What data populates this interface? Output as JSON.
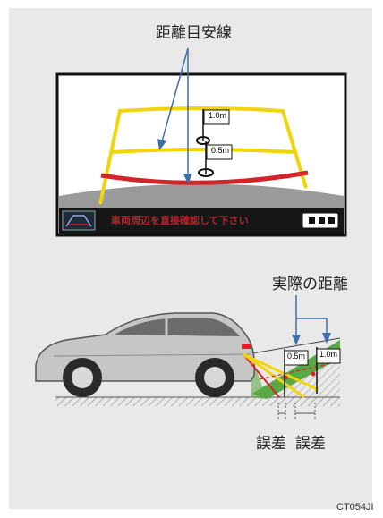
{
  "top_label": "距離目安線",
  "camera": {
    "mark_1m": "1.0m",
    "mark_05m": "0.5m",
    "warning": "車両周辺を直接確認して下さい",
    "warning_color": "#b0282c"
  },
  "diagram": {
    "top_label": "実際の距離",
    "flag_05": "0.5m",
    "flag_1": "1.0m",
    "error_label_1": "誤差",
    "error_label_2": "誤差"
  },
  "code": "CT054JI",
  "colors": {
    "guide_yellow": "#f2d40a",
    "guide_red": "#d4242a",
    "arrow_blue": "#3f6fa8",
    "ground_green": "#5aa845"
  }
}
